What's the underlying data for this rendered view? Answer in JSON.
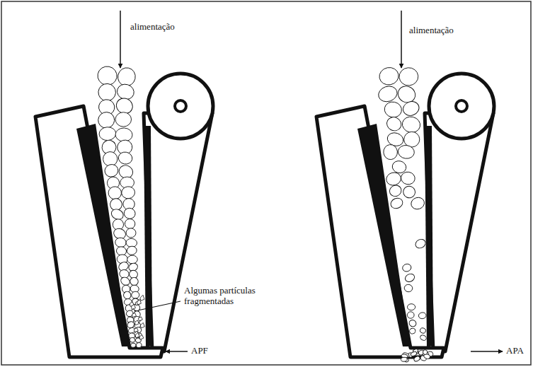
{
  "diagram": {
    "labels": [
      "alimentação",
      "Algumas partículas fragmentadas",
      "APF",
      "alimentação",
      "APA"
    ]
  }
}
